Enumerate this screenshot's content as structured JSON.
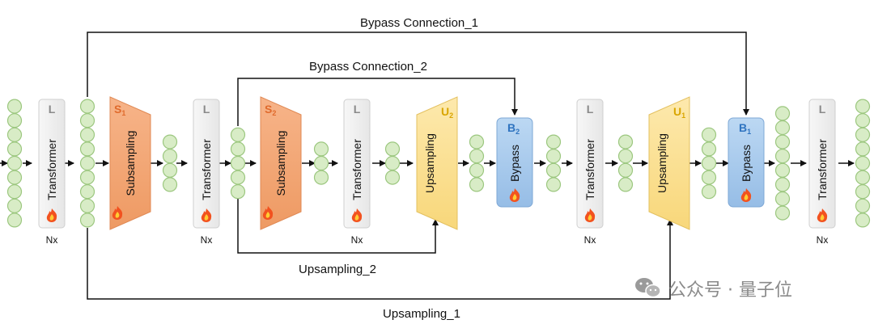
{
  "connections": {
    "bypass_1": "Bypass Connection_1",
    "bypass_2": "Bypass Connection_2",
    "upsampling_1": "Upsampling_1",
    "upsampling_2": "Upsampling_2"
  },
  "transformer": {
    "tag": "L",
    "label": "Transformer",
    "repeat": "Nx"
  },
  "subsampling": {
    "label": "Subsampling",
    "s1_base": "S",
    "s1_sub": "1",
    "s2_base": "S",
    "s2_sub": "2"
  },
  "upsampling": {
    "label": "Upsampling",
    "u1_base": "U",
    "u1_sub": "1",
    "u2_base": "U",
    "u2_sub": "2"
  },
  "bypass": {
    "label": "Bypass",
    "b1_base": "B",
    "b1_sub": "1",
    "b2_base": "B",
    "b2_sub": "2"
  },
  "watermark": {
    "text": "公众号 · 量子位"
  },
  "colors": {
    "token_fill": "#d8ecc6",
    "token_stroke": "#9cc77f",
    "transformer_fill": "#efefef",
    "subsampling_fill": "#f4a676",
    "subsampling_label": "#e06a2c",
    "upsampling_fill": "#fbe39a",
    "upsampling_label": "#d9a500",
    "bypass_fill": "#a9cbed",
    "bypass_label": "#2f74c0",
    "line": "#111111"
  },
  "icons": {
    "fire": "fire-icon",
    "wechat": "wechat-icon"
  }
}
